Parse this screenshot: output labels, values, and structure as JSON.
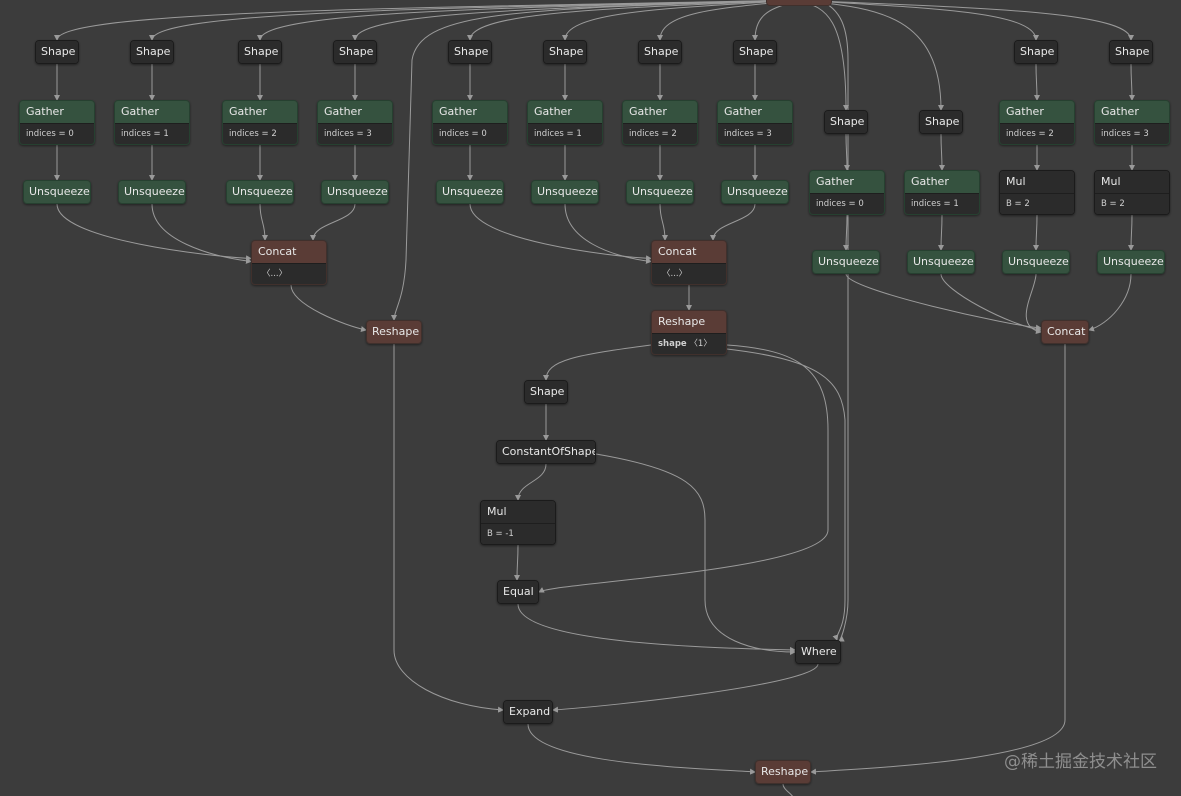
{
  "nodes": [
    {
      "id": "shape1",
      "label": "Shape",
      "type": "dark"
    },
    {
      "id": "shape2",
      "label": "Shape",
      "type": "dark"
    },
    {
      "id": "shape3",
      "label": "Shape",
      "type": "dark"
    },
    {
      "id": "shape4",
      "label": "Shape",
      "type": "dark"
    },
    {
      "id": "shape5",
      "label": "Shape",
      "type": "dark"
    },
    {
      "id": "shape6",
      "label": "Shape",
      "type": "dark"
    },
    {
      "id": "shape7",
      "label": "Shape",
      "type": "dark"
    },
    {
      "id": "shape8",
      "label": "Shape",
      "type": "dark"
    },
    {
      "id": "shape9",
      "label": "Shape",
      "type": "dark"
    },
    {
      "id": "shape10",
      "label": "Shape",
      "type": "dark"
    },
    {
      "id": "shape11",
      "label": "Shape",
      "type": "dark"
    },
    {
      "id": "shape12",
      "label": "Shape",
      "type": "dark"
    },
    {
      "id": "gather1",
      "label": "Gather",
      "type": "green",
      "attr": "indices = 0"
    },
    {
      "id": "gather2",
      "label": "Gather",
      "type": "green",
      "attr": "indices = 1"
    },
    {
      "id": "gather3",
      "label": "Gather",
      "type": "green",
      "attr": "indices = 2"
    },
    {
      "id": "gather4",
      "label": "Gather",
      "type": "green",
      "attr": "indices = 3"
    },
    {
      "id": "gather5",
      "label": "Gather",
      "type": "green",
      "attr": "indices = 0"
    },
    {
      "id": "gather6",
      "label": "Gather",
      "type": "green",
      "attr": "indices = 1"
    },
    {
      "id": "gather7",
      "label": "Gather",
      "type": "green",
      "attr": "indices = 2"
    },
    {
      "id": "gather8",
      "label": "Gather",
      "type": "green",
      "attr": "indices = 3"
    },
    {
      "id": "gather9",
      "label": "Gather",
      "type": "green",
      "attr": "indices = 0"
    },
    {
      "id": "gather10",
      "label": "Gather",
      "type": "green",
      "attr": "indices = 1"
    },
    {
      "id": "gather11",
      "label": "Gather",
      "type": "green",
      "attr": "indices = 2"
    },
    {
      "id": "gather12",
      "label": "Gather",
      "type": "green",
      "attr": "indices = 3"
    },
    {
      "id": "mul1",
      "label": "Mul",
      "type": "dark",
      "attr": "B = 2"
    },
    {
      "id": "mul2",
      "label": "Mul",
      "type": "dark",
      "attr": "B = 2"
    },
    {
      "id": "unsq1",
      "label": "Unsqueeze",
      "type": "green"
    },
    {
      "id": "unsq2",
      "label": "Unsqueeze",
      "type": "green"
    },
    {
      "id": "unsq3",
      "label": "Unsqueeze",
      "type": "green"
    },
    {
      "id": "unsq4",
      "label": "Unsqueeze",
      "type": "green"
    },
    {
      "id": "unsq5",
      "label": "Unsqueeze",
      "type": "green"
    },
    {
      "id": "unsq6",
      "label": "Unsqueeze",
      "type": "green"
    },
    {
      "id": "unsq7",
      "label": "Unsqueeze",
      "type": "green"
    },
    {
      "id": "unsq8",
      "label": "Unsqueeze",
      "type": "green"
    },
    {
      "id": "unsq9",
      "label": "Unsqueeze",
      "type": "green"
    },
    {
      "id": "unsq10",
      "label": "Unsqueeze",
      "type": "green"
    },
    {
      "id": "unsq11",
      "label": "Unsqueeze",
      "type": "green"
    },
    {
      "id": "unsq12",
      "label": "Unsqueeze",
      "type": "green"
    },
    {
      "id": "concat1",
      "label": "Concat",
      "type": "brown",
      "attr": "〈...〉"
    },
    {
      "id": "concat2",
      "label": "Concat",
      "type": "brown",
      "attr": "〈...〉"
    },
    {
      "id": "concat3",
      "label": "Concat",
      "type": "brown"
    },
    {
      "id": "reshape1",
      "label": "Reshape",
      "type": "brown"
    },
    {
      "id": "reshape2",
      "label": "Reshape",
      "type": "brown",
      "attr_key": "shape",
      "attr_val": "〈1〉"
    },
    {
      "id": "shape13",
      "label": "Shape",
      "type": "dark"
    },
    {
      "id": "cos",
      "label": "ConstantOfShape",
      "type": "dark"
    },
    {
      "id": "mul3",
      "label": "Mul",
      "type": "dark",
      "attr": "B = -1"
    },
    {
      "id": "equal",
      "label": "Equal",
      "type": "dark"
    },
    {
      "id": "where",
      "label": "Where",
      "type": "dark"
    },
    {
      "id": "expand",
      "label": "Expand",
      "type": "dark"
    },
    {
      "id": "reshape3",
      "label": "Reshape",
      "type": "brown"
    }
  ],
  "watermark": "@稀土掘金技术社区"
}
